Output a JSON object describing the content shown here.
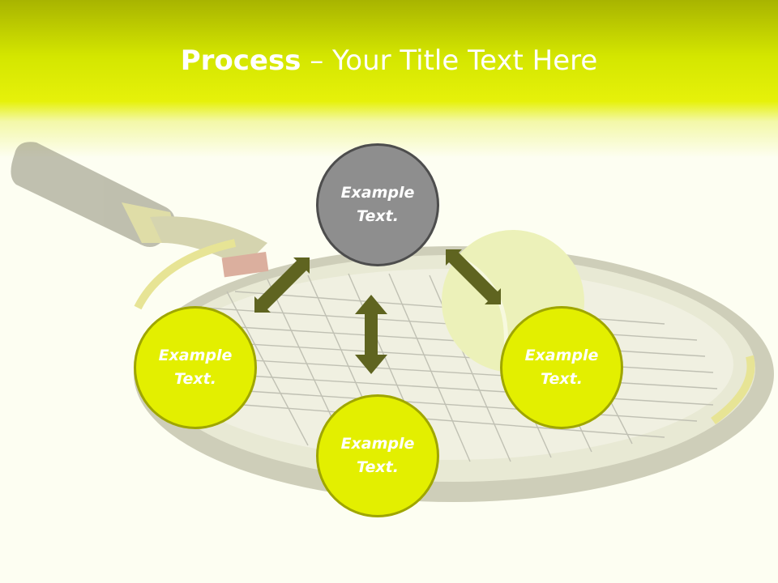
{
  "header": {
    "title_strong": "Process",
    "title_rest": " – Your Title Text Here"
  },
  "diagram": {
    "nodes": [
      {
        "id": "top",
        "label": "Example Text.",
        "color": "#8e8e8e"
      },
      {
        "id": "left",
        "label": "Example Text.",
        "color": "#e3ef00"
      },
      {
        "id": "right",
        "label": "Example Text.",
        "color": "#e3ef00"
      },
      {
        "id": "bottom",
        "label": "Example Text.",
        "color": "#e3ef00"
      }
    ],
    "arrow_color": "#5f6420",
    "accent_color": "#d4e600"
  }
}
